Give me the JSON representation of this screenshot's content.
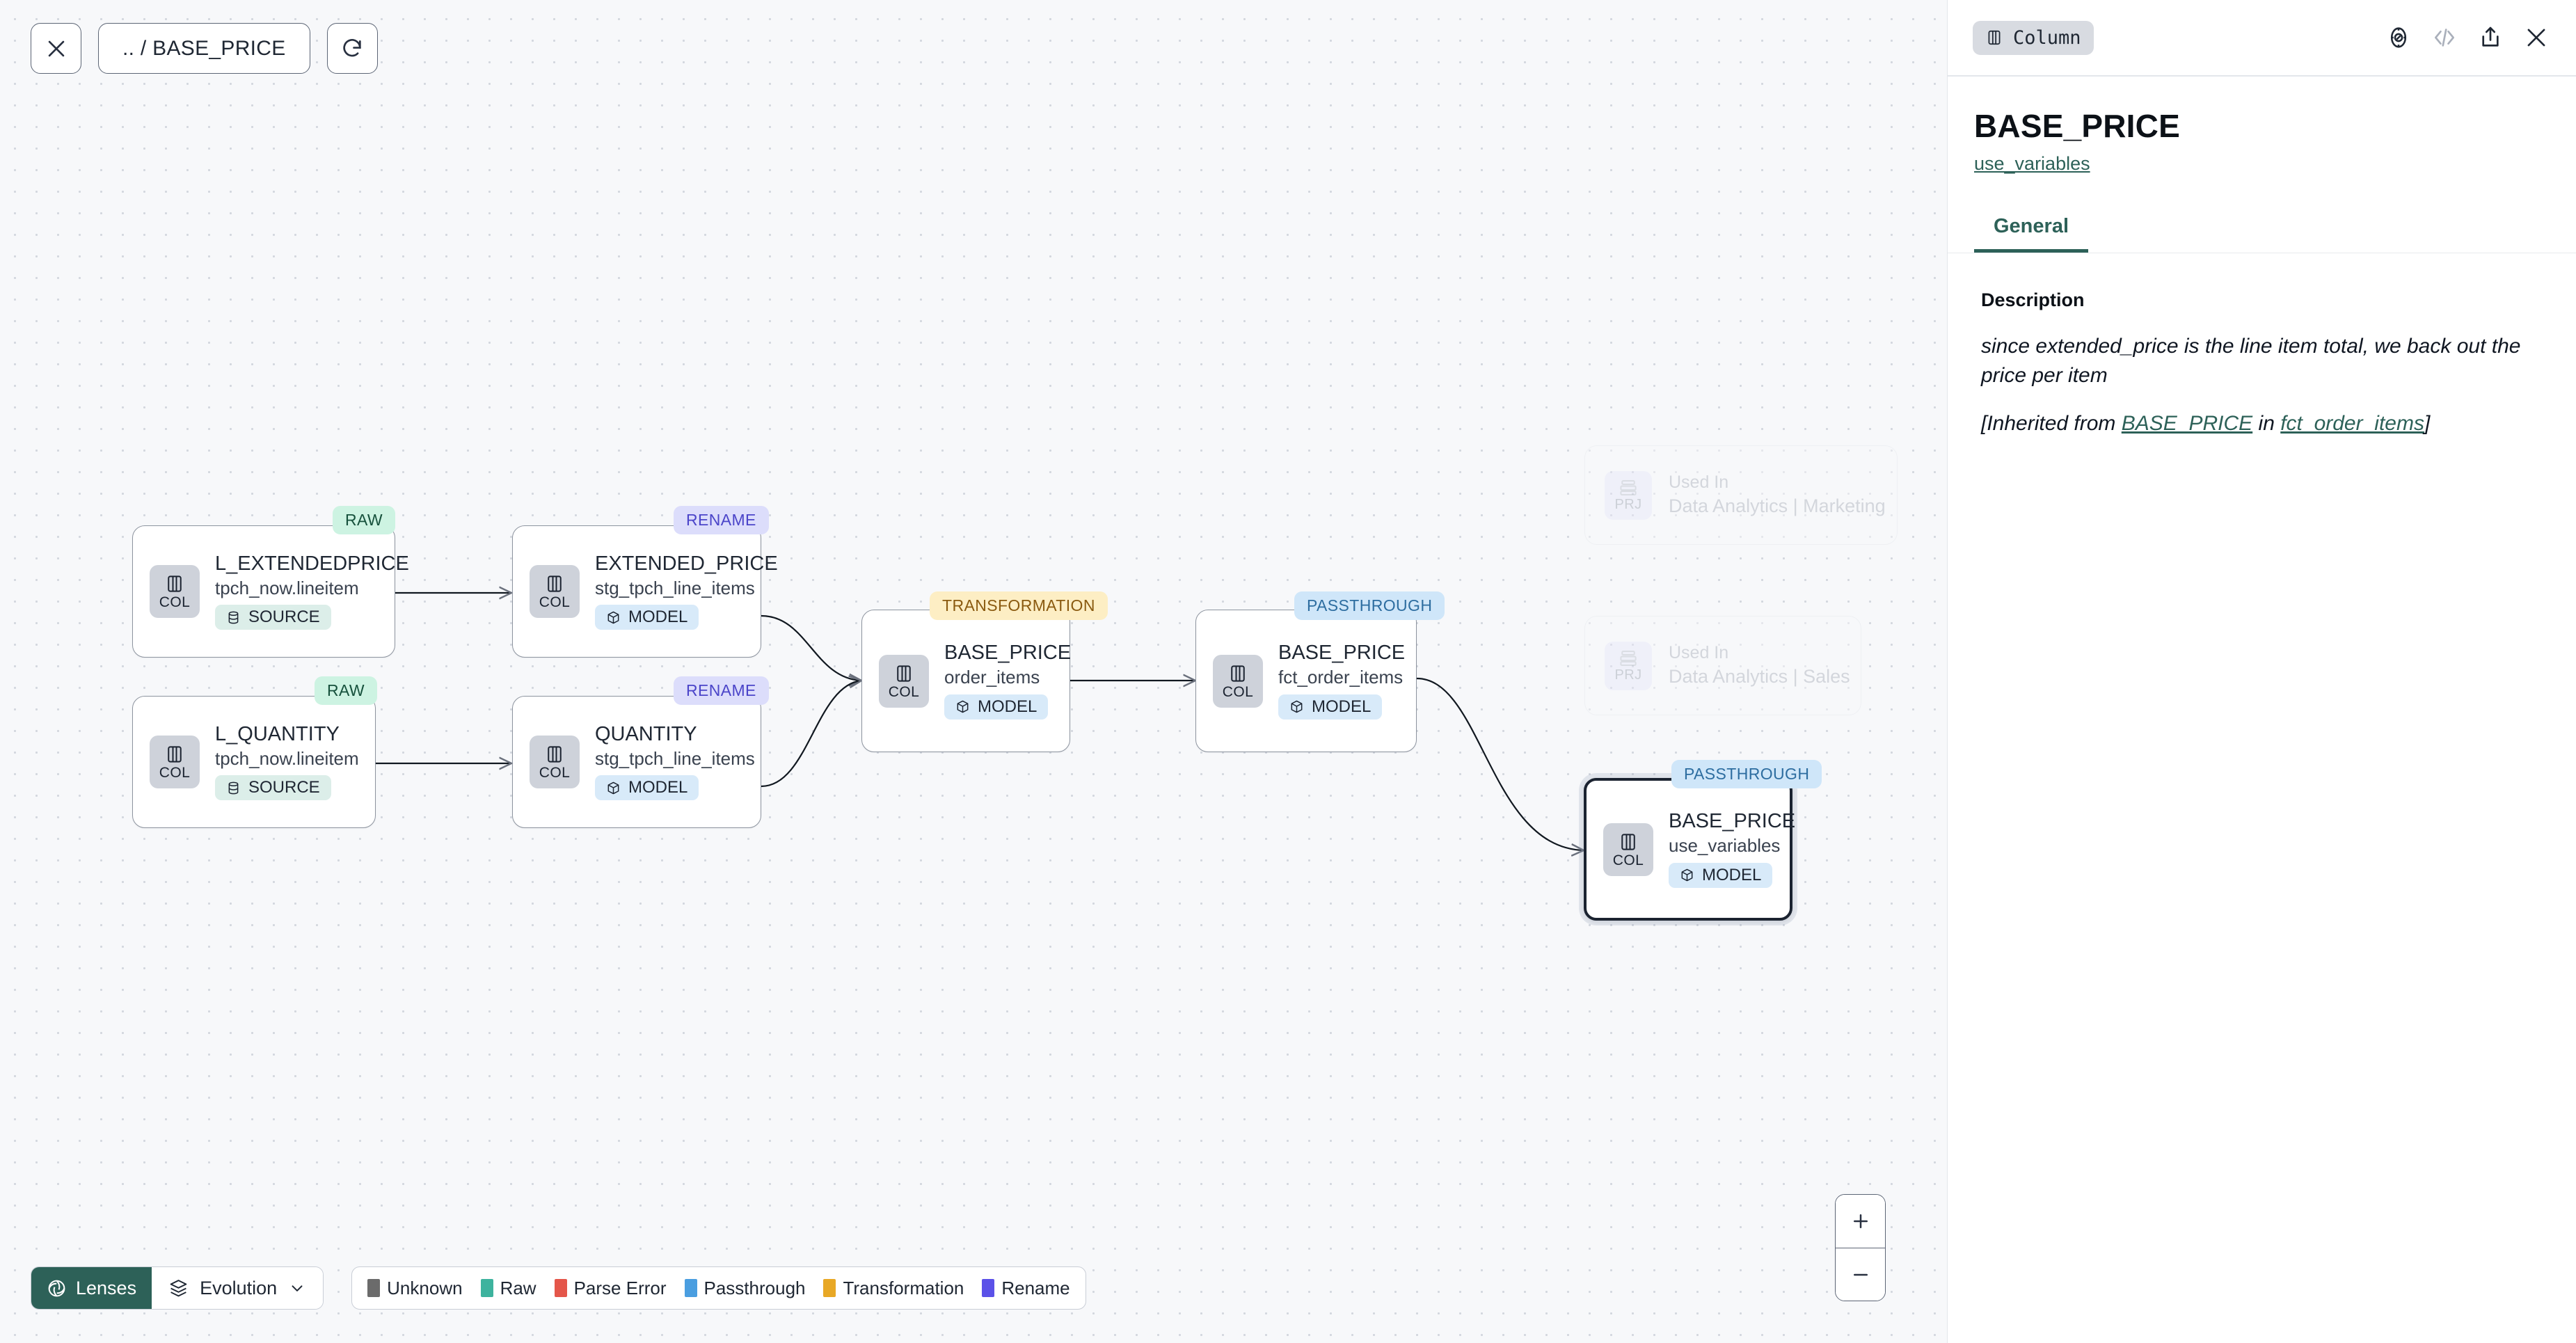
{
  "canvas": {
    "toolbar": {
      "close_label": "close-icon",
      "breadcrumb": ".. / BASE_PRICE",
      "refresh_label": "refresh-icon"
    },
    "nodes": [
      {
        "id": "l_extendedprice",
        "badge": "RAW",
        "badge_type": "raw",
        "title": "L_EXTENDEDPRICE",
        "subtitle": "tpch_now.lineitem",
        "chip": "COL",
        "kind": "SOURCE",
        "kind_type": "source",
        "selected": false
      },
      {
        "id": "l_quantity",
        "badge": "RAW",
        "badge_type": "raw",
        "title": "L_QUANTITY",
        "subtitle": "tpch_now.lineitem",
        "chip": "COL",
        "kind": "SOURCE",
        "kind_type": "source",
        "selected": false
      },
      {
        "id": "extended_price",
        "badge": "RENAME",
        "badge_type": "rename",
        "title": "EXTENDED_PRICE",
        "subtitle": "stg_tpch_line_items",
        "chip": "COL",
        "kind": "MODEL",
        "kind_type": "model",
        "selected": false
      },
      {
        "id": "quantity",
        "badge": "RENAME",
        "badge_type": "rename",
        "title": "QUANTITY",
        "subtitle": "stg_tpch_line_items",
        "chip": "COL",
        "kind": "MODEL",
        "kind_type": "model",
        "selected": false
      },
      {
        "id": "order_items",
        "badge": "TRANSFORMATION",
        "badge_type": "transformation",
        "title": "BASE_PRICE",
        "subtitle": "order_items",
        "chip": "COL",
        "kind": "MODEL",
        "kind_type": "model",
        "selected": false
      },
      {
        "id": "fct_order_items",
        "badge": "PASSTHROUGH",
        "badge_type": "passthrough",
        "title": "BASE_PRICE",
        "subtitle": "fct_order_items",
        "chip": "COL",
        "kind": "MODEL",
        "kind_type": "model",
        "selected": false
      },
      {
        "id": "use_variables",
        "badge": "PASSTHROUGH",
        "badge_type": "passthrough",
        "title": "BASE_PRICE",
        "subtitle": "use_variables",
        "chip": "COL",
        "kind": "MODEL",
        "kind_type": "model",
        "selected": true
      }
    ],
    "used_in": [
      {
        "chip": "PRJ",
        "label": "Used In",
        "value": "Data Analytics | Marketing"
      },
      {
        "chip": "PRJ",
        "label": "Used In",
        "value": "Data Analytics | Sales"
      }
    ],
    "zoom": {
      "in_label": "+",
      "out_label": "−"
    },
    "bottom": {
      "lenses_label": "Lenses",
      "evolution_label": "Evolution",
      "legend": [
        {
          "label": "Unknown",
          "color": "#6b6b6b"
        },
        {
          "label": "Raw",
          "color": "#3db39e"
        },
        {
          "label": "Parse Error",
          "color": "#e4564a"
        },
        {
          "label": "Passthrough",
          "color": "#4a9ee0"
        },
        {
          "label": "Transformation",
          "color": "#e8a826"
        },
        {
          "label": "Rename",
          "color": "#5b51e8"
        }
      ]
    }
  },
  "panel": {
    "type_chip": "Column",
    "title": "BASE_PRICE",
    "model_link": "use_variables",
    "tabs": [
      {
        "label": "General",
        "active": true
      }
    ],
    "description": {
      "heading": "Description",
      "text": "since extended_price is the line item total, we back out the price per item",
      "inherited_prefix": "[Inherited from ",
      "inherited_column": "BASE_PRICE",
      "inherited_mid": " in ",
      "inherited_model": "fct_order_items",
      "inherited_suffix": "]"
    }
  },
  "colors": {
    "accent_teal": "#2d6158",
    "canvas_bg": "#f7f8fa",
    "node_border": "#8d949f",
    "selected_border": "#1b2330"
  }
}
